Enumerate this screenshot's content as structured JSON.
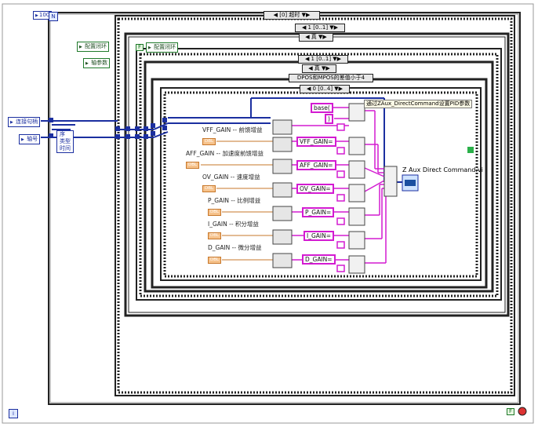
{
  "loop_count_constant": "100",
  "case_selectors": {
    "timeout_case": "[0] 超时",
    "outer_config_case": "1 [0..1]",
    "outer_true_case": "真",
    "inner_config_case": "1 [0..1]",
    "inner_true_case": "真",
    "sequence_case": "0 [0..4]"
  },
  "controls": {
    "config_loop_1": "配置闭环",
    "config_loop_2": "配置闭环",
    "axis_params": "轴参数",
    "connection_handle": "连接句柄",
    "axis_number": "轴号"
  },
  "bool_constant": "F",
  "unbundle_items": [
    "序",
    "类型",
    "时间"
  ],
  "condition_label": "DPOS和MPOS的差值小于4",
  "comment": "通过ZAux_DirectCommand设置PID参数",
  "gain_labels": [
    "VFF_GAIN -- 前馈增益",
    "AFF_GAIN -- 加速度前馈增益",
    "OV_GAIN -- 速度增益",
    "P_GAIN -- 比例增益",
    "I_GAIN -- 积分增益",
    "D_GAIN -- 微分增益"
  ],
  "numeric_tag": "DBL",
  "string_constants": {
    "base": "base(",
    "close_paren": ")",
    "vff": "VFF_GAIN=",
    "aff": "AFF_GAIN=",
    "ov": "OV_GAIN=",
    "p": "P_GAIN=",
    "i": "I_GAIN=",
    "d": "D_GAIN="
  },
  "vi_label": "Z Aux Direct Command.vi",
  "colors": {
    "structure_border": "#1a1a1a",
    "cluster_wire": "#1b2fa0",
    "string_wire": "#d31bd1",
    "numeric_wire": "#c7772a",
    "error_wire": "#c7c700",
    "green_wire": "#1f7a2a"
  }
}
